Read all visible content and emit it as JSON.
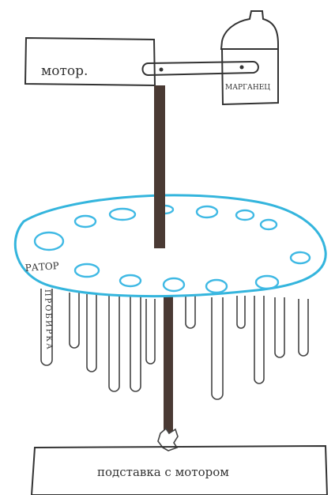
{
  "labels": {
    "motor": "мотор.",
    "manganese": "МАРГАНЕЦ",
    "rotor": "РАТОР",
    "test_tube": "ПРОБИРКА",
    "base": "подставка с мотором"
  },
  "colors": {
    "ink": "#333333",
    "shaft": "#4a3a34",
    "rotor_outline": "#34b5dd",
    "socket_outline": "#3fb9e4"
  }
}
